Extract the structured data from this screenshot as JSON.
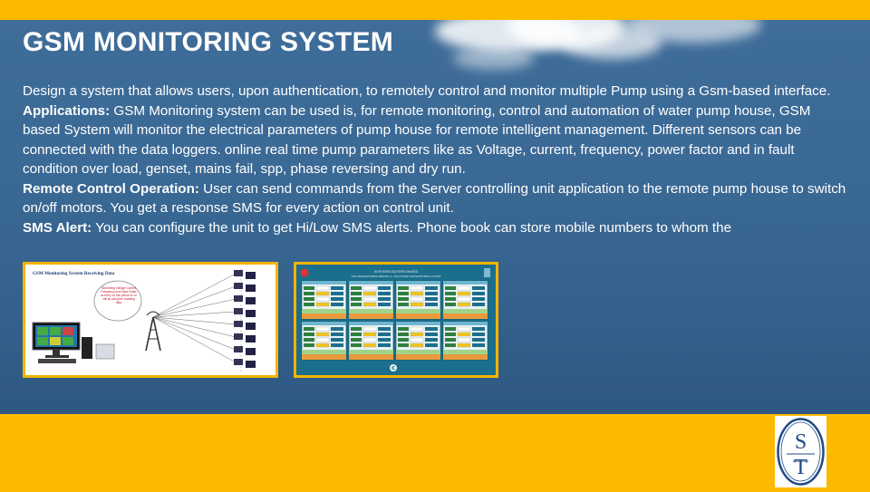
{
  "slide": {
    "title": "GSM MONITORING SYSTEM",
    "intro": "Design a system that allows users, upon authentication, to remotely control and monitor multiple Pump using a Gsm-based interface.",
    "applications_label": "Applications:",
    "applications_text": " GSM Monitoring system  can be used is, for remote monitoring, control and automation of water pump house, GSM based System will monitor the electrical parameters of pump house for remote intelligent management. Different sensors can be connected with the data loggers. online real time pump parameters like as Voltage, current, frequency, power factor and in fault condition over load, genset, mains fail, spp, phase reversing and dry run.",
    "remote_label": "Remote Control Operation:",
    "remote_text": " User can send commands from the Server controlling unit application to the remote pump house to switch on/off motors. You get a response SMS for every action on control unit.",
    "sms_label": "SMS Alert:",
    "sms_text": " You can configure the unit to get Hi/Low SMS alerts. Phone book can store  mobile numbers to whom the"
  },
  "diagram": {
    "title": "GSM Monitoring System Receiving Data",
    "bubble_text": "Monitoring Voltage Current Frequency and Dead Faults at every 10 Sec period or on call by using the enabling data"
  },
  "dashboard": {
    "header": "NORTHERN EASTERN SHARED",
    "subheader": "GSM TRACKER MOBILE SERVER 1.0 - MULTI PUMP GSM MONITORING SYSTEM"
  },
  "logo": {
    "letters": "STT"
  },
  "colors": {
    "accent": "#fbb900",
    "sky": "#3b6a96",
    "text": "#ffffff",
    "navy": "#1f3d73"
  }
}
